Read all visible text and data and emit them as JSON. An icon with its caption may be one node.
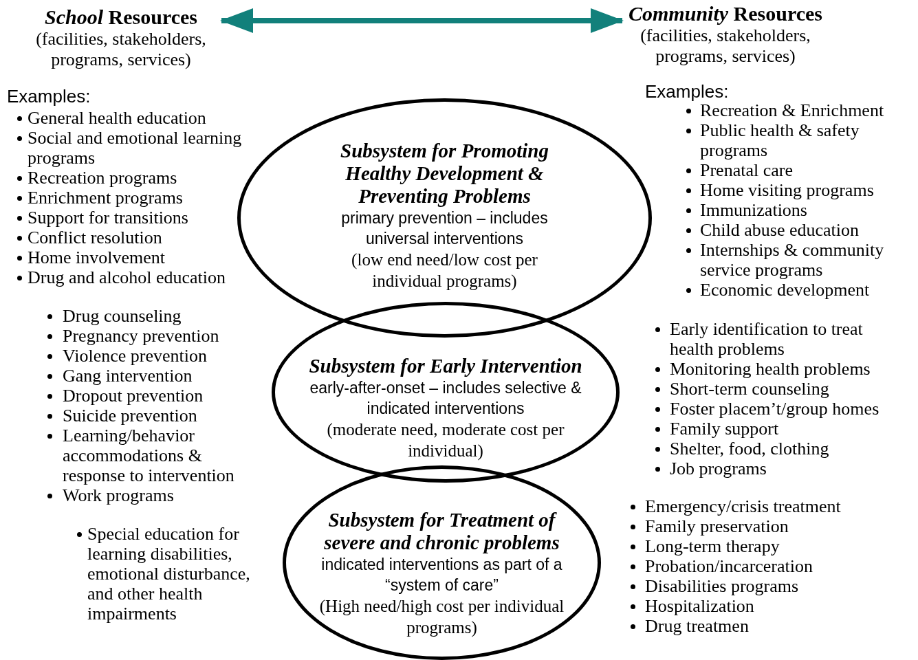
{
  "diagram": {
    "nodes": [
      {
        "text": [
          "*School* Resources",
          "(facilities, stakeholders, programs, services)"
        ]
      },
      {
        "text": [
          "*Community* Resources",
          "(facilities, stakeholders, programs, services)"
        ]
      },
      {
        "text": [
          "Subsystem for Promoting Healthy Development & Preventing Problems",
          "primary prevention – includes universal interventions",
          "(low end need/low cost per individual programs)"
        ]
      },
      {
        "text": [
          "Subsystem for Early Intervention",
          "early-after-onset – includes selective & indicated interventions",
          "(moderate need, moderate cost per individual)"
        ]
      },
      {
        "text": [
          "Subsystem for Treatment of severe and chronic problems",
          "indicated interventions as part of a “system of care”",
          "(High need/high cost per individual programs)"
        ]
      }
    ],
    "edges": [
      {
        "from": 0,
        "to": 1,
        "arrow": "both",
        "color": "#12807b"
      }
    ],
    "labels": [
      "Examples:",
      "General health education",
      "Social and emotional learning programs",
      "Recreation programs",
      "Enrichment programs",
      "Support for transitions",
      "Conflict resolution",
      "Home involvement",
      "Drug and alcohol education",
      "Examples:",
      "Recreation & Enrichment",
      "Public health & safety programs",
      "Prenatal care",
      "Home visiting programs",
      "Immunizations",
      "Child abuse education",
      "Internships & community service programs",
      "Economic development",
      "Drug counseling",
      "Pregnancy prevention",
      "Violence prevention",
      "Gang intervention",
      "Dropout prevention",
      "Suicide prevention",
      "Learning/behavior accommodations & response to intervention",
      "Work programs",
      "Early identification to treat health problems",
      "Monitoring health problems",
      "Short-term counseling",
      "Foster placem’t/group homes",
      "Family support",
      "Shelter, food, clothing",
      "Job programs",
      "Special education for learning disabilities, emotional disturbance, and other health impairments",
      "Emergency/crisis treatment",
      "Family preservation",
      "Long-term therapy",
      "Probation/incarceration",
      "Disabilities programs",
      "Hospitalization",
      "Drug treatmen"
    ]
  }
}
